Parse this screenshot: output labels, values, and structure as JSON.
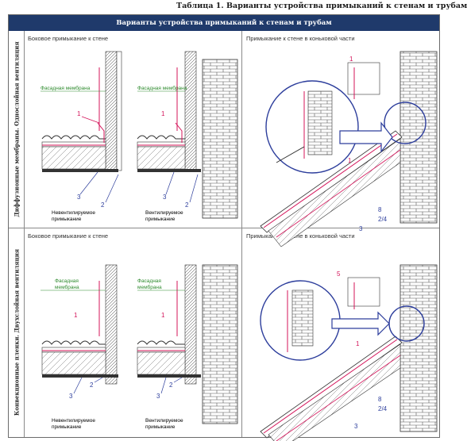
{
  "caption": "Таблица 1. Варианты устройства примыканий к стенам и трубам",
  "header": "Варианты устройства примыканий к стенам и трубам",
  "rows": [
    {
      "label": "Диффузионные мембраны. Однослойная вентиляция",
      "left_title": "Боковое примыкание к стене",
      "right_title": "Примыкание к стене в коньковой части",
      "membrane_a": "Фасадная мембрана",
      "membrane_b": "Фасадная мембрана",
      "caption_a": [
        "Невентилируемое",
        "примыкание"
      ],
      "caption_b": [
        "Вентилируемое",
        "примыкание"
      ]
    },
    {
      "label": "Конвекционные пленки. Двухслойная вентиляция",
      "left_title": "Боковое примыкание к стене",
      "right_title": "Примыкание к стене в коньковой части",
      "membrane_a": [
        "Фасадная",
        "мембрана"
      ],
      "membrane_b": [
        "Фасадная",
        "мембрана"
      ],
      "caption_a": [
        "Невентилируемое",
        "примыкание"
      ],
      "caption_b": [
        "Вентилируемое",
        "примыкание"
      ]
    }
  ],
  "markers": {
    "n1": "1",
    "n2": "2",
    "n3": "3",
    "n5": "5",
    "n8": "8",
    "n24": "2/4"
  },
  "colors": {
    "header_bg": "#1f3a6b",
    "membrane_text": "#2e8b2e",
    "highlight": "#d4145a",
    "marker_blue": "#2d3e9c"
  }
}
